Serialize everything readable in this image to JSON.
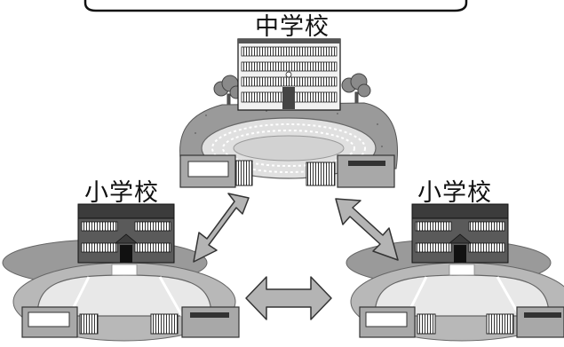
{
  "diagram": {
    "labels": {
      "junior_high": "中学校",
      "elementary_left": "小学校",
      "elementary_right": "小学校"
    },
    "colors": {
      "ground_light": "#c8c8c8",
      "ground_mid": "#9a9a9a",
      "ground_dark": "#6e6e6e",
      "arrow_fill": "#b4b4b4",
      "building_light": "#e9e9e9",
      "building_dark": "#3c3c3c"
    }
  }
}
